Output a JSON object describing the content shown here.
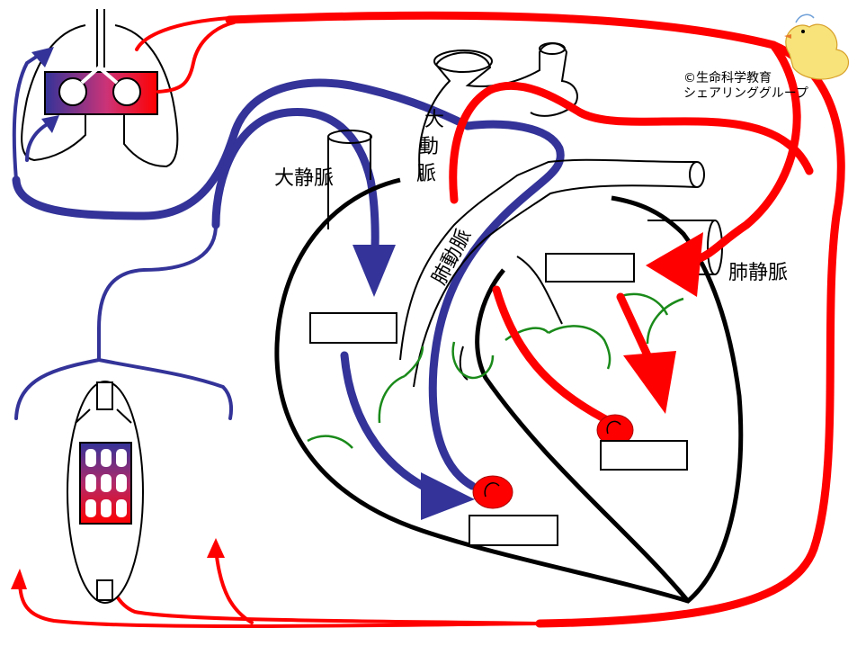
{
  "labels": {
    "vena_cava": "大静脈",
    "aorta_1": "大",
    "aorta_2": "動",
    "aorta_3": "脈",
    "pulmonary_artery": "肺動脈",
    "pulmonary_vein": "肺静脈"
  },
  "credit": {
    "line1": "©生命科学教育",
    "line2": "シェアリンググループ"
  },
  "blank_boxes": [
    "",
    "",
    "",
    ""
  ],
  "colors": {
    "arterial": "#ff0000",
    "venous": "#333399",
    "outline": "#000000",
    "valve": "#1a8a1a"
  },
  "icons": [
    "lungs-icon",
    "muscle-tissue-icon",
    "chick-icon"
  ]
}
